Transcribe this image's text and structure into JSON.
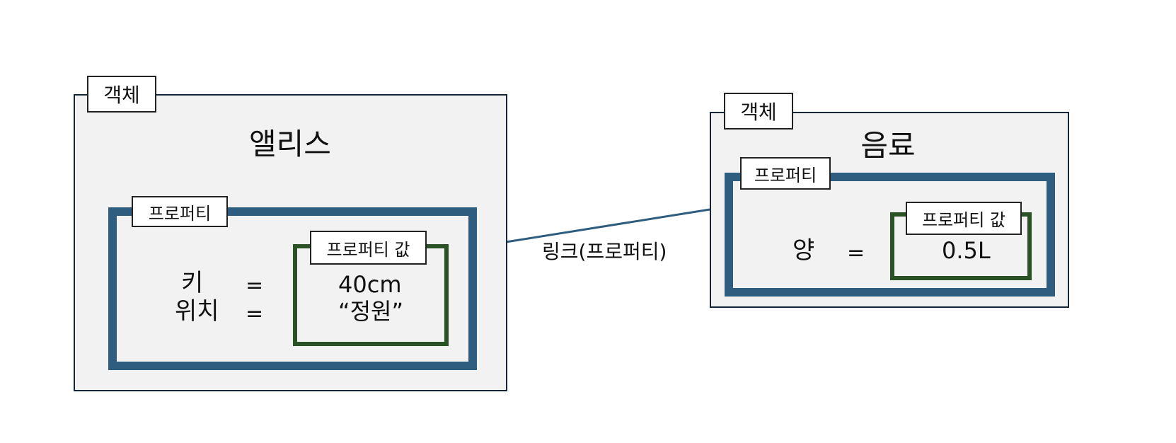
{
  "colors": {
    "object_border": "#13263a",
    "object_fill": "#f2f2f2",
    "property_border": "#2f5d7f",
    "value_border": "#2a5226",
    "link_line": "#2f5d7f"
  },
  "alice": {
    "object_tag": "객체",
    "name": "앨리스",
    "property_tag": "프로퍼티",
    "value_tag": "프로퍼티 값",
    "rows": [
      {
        "key": "키",
        "eq": "=",
        "value": "40cm"
      },
      {
        "key": "위치",
        "eq": "=",
        "value": "“정원”"
      }
    ]
  },
  "link": {
    "label": "링크(프로퍼티)"
  },
  "drink": {
    "object_tag": "객체",
    "name": "음료",
    "property_tag": "프로퍼티",
    "value_tag": "프로퍼티 값",
    "rows": [
      {
        "key": "양",
        "eq": "=",
        "value": "0.5L"
      }
    ]
  }
}
